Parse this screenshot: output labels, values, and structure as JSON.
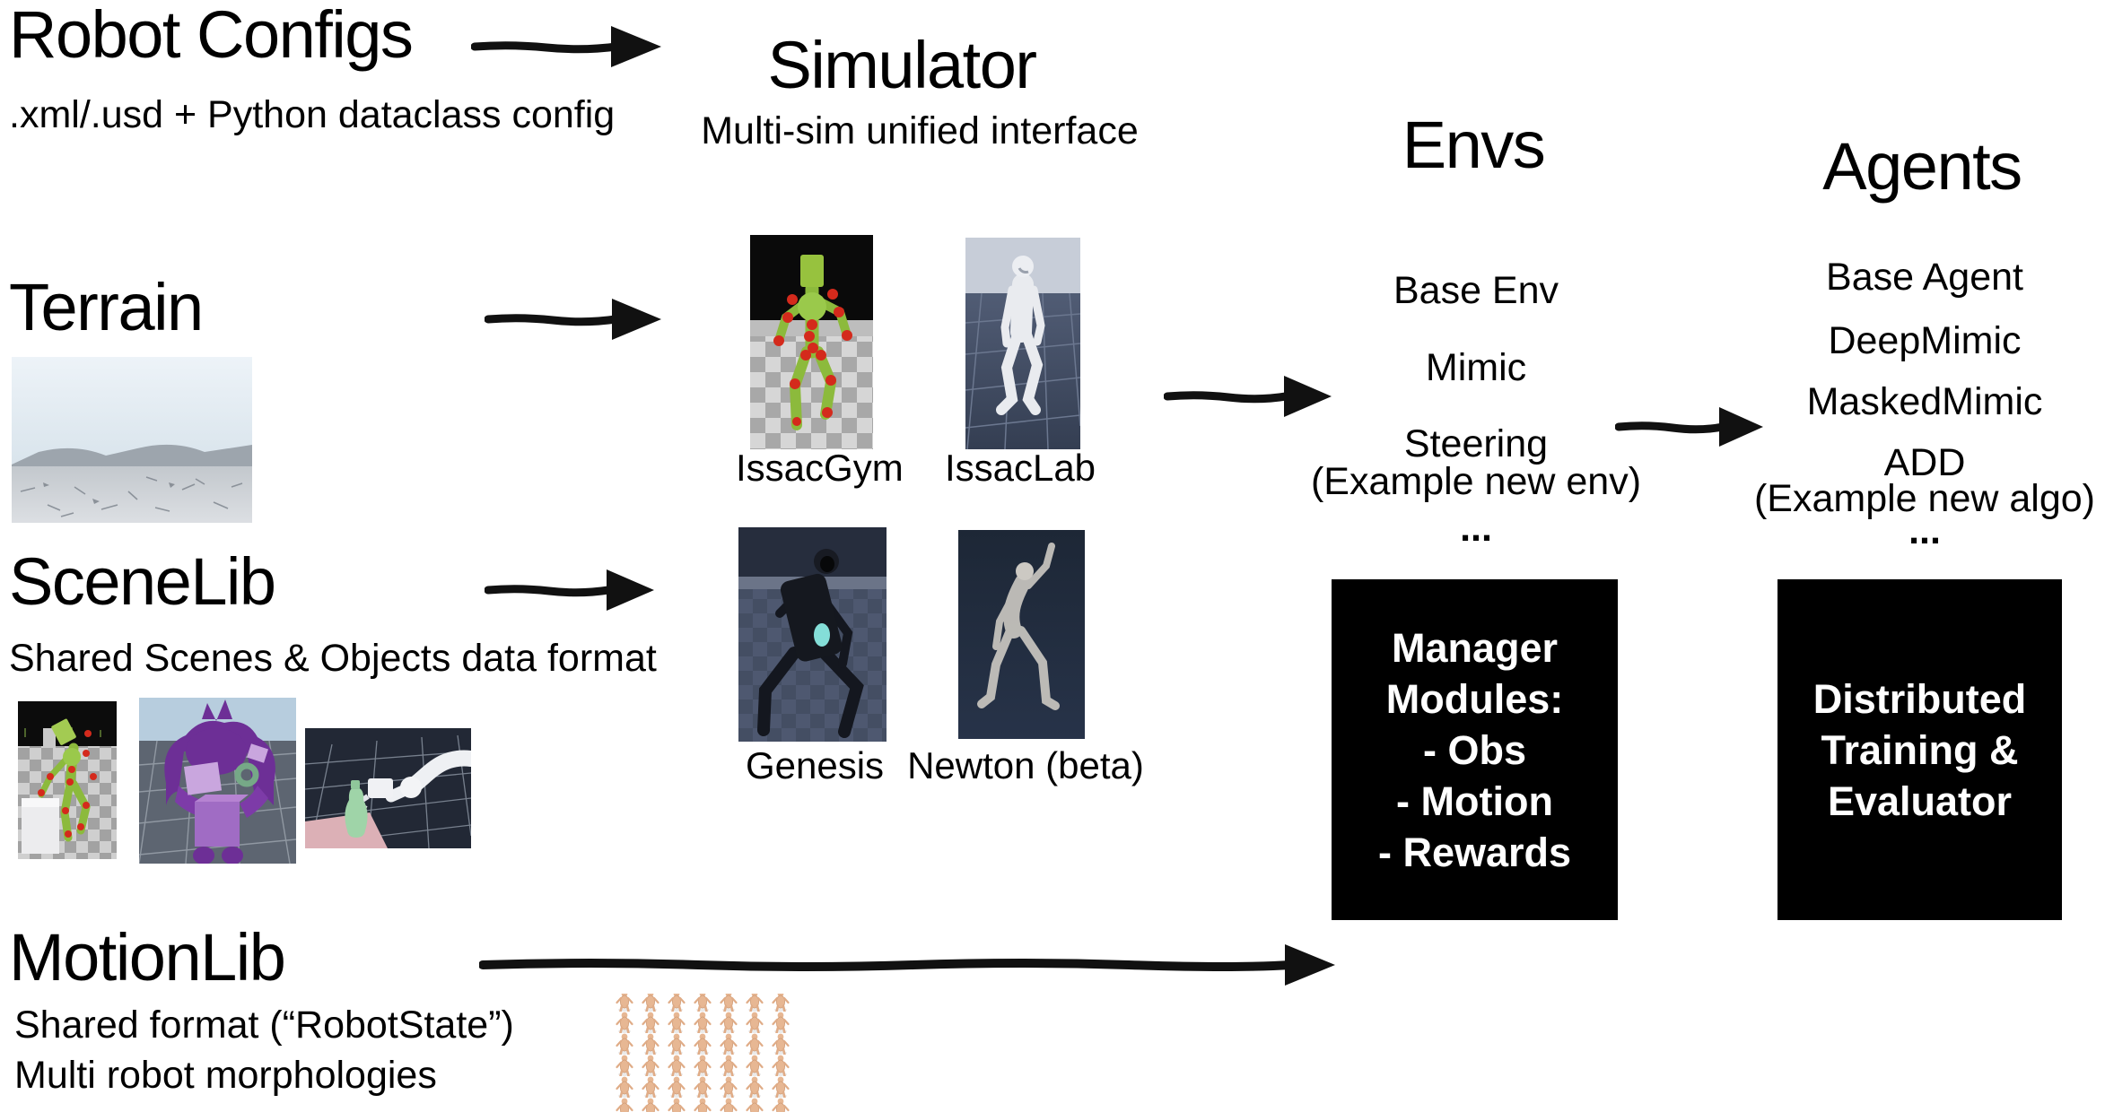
{
  "robot_configs": {
    "title": "Robot Configs",
    "subtitle": ".xml/.usd + Python dataclass config"
  },
  "simulator": {
    "title": "Simulator",
    "subtitle": "Multi-sim unified interface",
    "labels": {
      "issacgym": "IssacGym",
      "issaclab": "IssacLab",
      "genesis": "Genesis",
      "newton": "Newton (beta)"
    }
  },
  "terrain": {
    "title": "Terrain"
  },
  "scenelib": {
    "title": "SceneLib",
    "subtitle": "Shared Scenes & Objects data format"
  },
  "motionlib": {
    "title": "MotionLib",
    "line1": "Shared format (“RobotState”)",
    "line2": "Multi robot morphologies"
  },
  "envs": {
    "title": "Envs",
    "items": [
      "Base Env",
      "Mimic",
      "Steering",
      "(Example new env)",
      "..."
    ],
    "box": [
      "Manager",
      "Modules:",
      "- Obs",
      "- Motion",
      "- Rewards"
    ]
  },
  "agents": {
    "title": "Agents",
    "items": [
      "Base Agent",
      "DeepMimic",
      "MaskedMimic",
      "ADD",
      "(Example new algo)",
      "..."
    ],
    "box": [
      "Distributed",
      "Training &",
      "Evaluator"
    ]
  },
  "colors": {
    "text": "#000000",
    "box_bg": "#000000",
    "box_text": "#ffffff",
    "arrow": "#111111"
  }
}
